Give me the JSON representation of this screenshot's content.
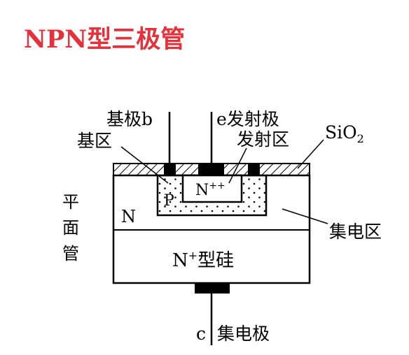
{
  "title": "NPN型三极管",
  "labels": {
    "base_electrode": "基极b",
    "emitter_electrode": "e发射极",
    "sio2_main": "SiO",
    "sio2_sub": "2",
    "base_region": "基区",
    "emitter_region": "发射区",
    "planar_tube": [
      "平",
      "面",
      "管"
    ],
    "n_region": "N",
    "p_region": "P",
    "n_pp_main": "N",
    "n_pp_sup": "++",
    "collector_region": "集电区",
    "substrate_main": "N",
    "substrate_sup": "+",
    "substrate_rest": "型硅",
    "collector_c": "c",
    "collector_electrode": "集电极"
  },
  "colors": {
    "title": "#e8303a",
    "stroke": "#000000",
    "background": "#ffffff"
  }
}
